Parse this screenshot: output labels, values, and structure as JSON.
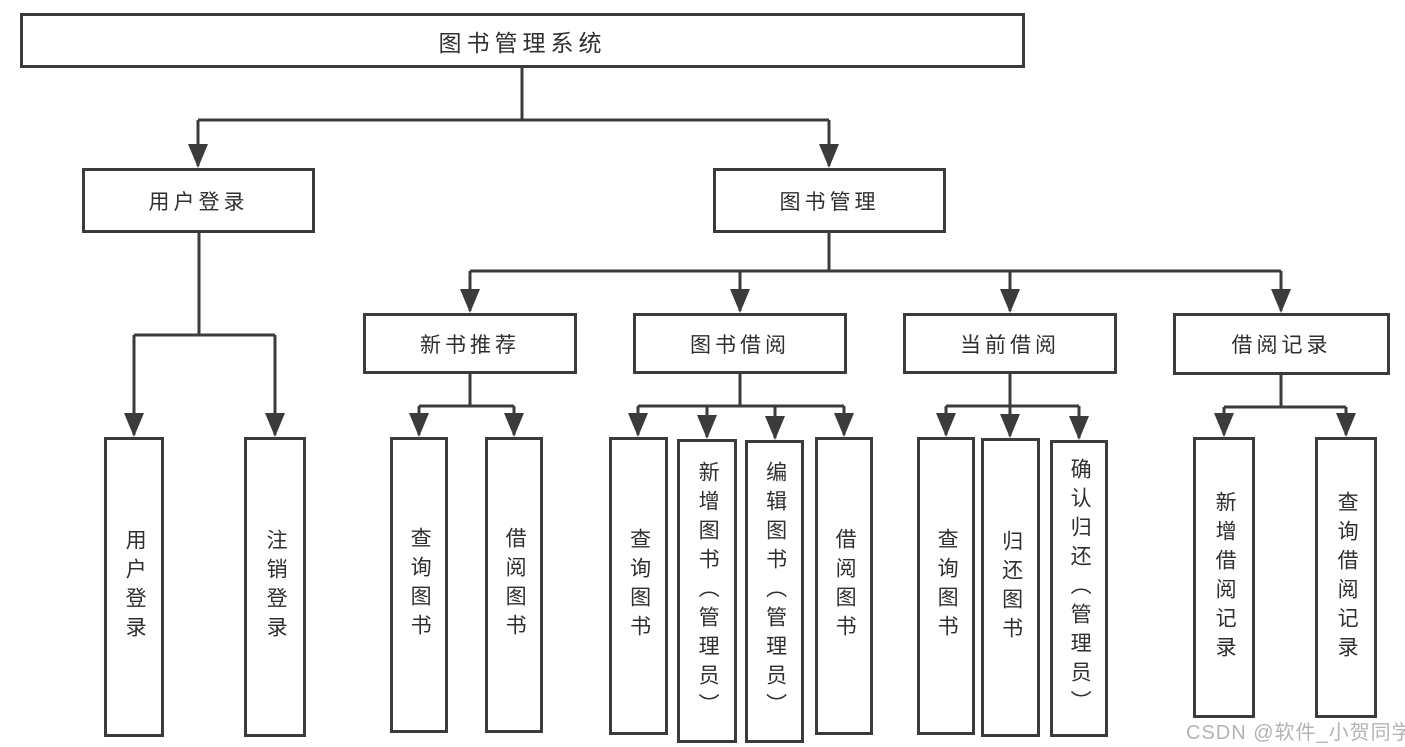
{
  "diagram_type": "hierarchy-tree",
  "colors": {
    "line": "#3b3b3b",
    "box_border": "#3b3b3b",
    "text": "#2f2f2f",
    "watermark": "#b3b3b3",
    "background": "#ffffff"
  },
  "tree": {
    "root": "图书管理系统",
    "branches": [
      {
        "label": "用户登录",
        "children": [
          {
            "label": "用户登录"
          },
          {
            "label": "注销登录"
          }
        ]
      },
      {
        "label": "图书管理",
        "children": [
          {
            "label": "新书推荐",
            "children": [
              {
                "label": "查询图书"
              },
              {
                "label": "借阅图书"
              }
            ]
          },
          {
            "label": "图书借阅",
            "children": [
              {
                "label": "查询图书"
              },
              {
                "label": "新增图书（管理员）"
              },
              {
                "label": "编辑图书（管理员）"
              },
              {
                "label": "借阅图书"
              }
            ]
          },
          {
            "label": "当前借阅",
            "children": [
              {
                "label": "查询图书"
              },
              {
                "label": "归还图书"
              },
              {
                "label": "确认归还（管理员）"
              }
            ]
          },
          {
            "label": "借阅记录",
            "children": [
              {
                "label": "新增借阅记录"
              },
              {
                "label": "查询借阅记录"
              }
            ]
          }
        ]
      }
    ]
  },
  "watermark": "CSDN @软件_小贺同学"
}
